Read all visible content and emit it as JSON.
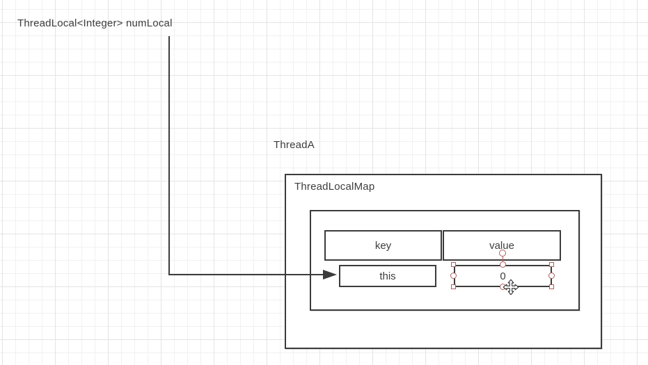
{
  "diagram": {
    "variable_label": "ThreadLocal<Integer> numLocal",
    "thread_label": "ThreadA",
    "map_label": "ThreadLocalMap",
    "table": {
      "header_key": "key",
      "header_value": "value",
      "entry_key": "this",
      "entry_value": "0"
    }
  },
  "selection": {
    "selected_cell": "0",
    "handle_shapes": [
      "corner-square",
      "edge-circle",
      "rotation-circle"
    ]
  },
  "icons": {
    "move_cursor": "four-way-move-arrow",
    "arrowhead": "solid-right-triangle"
  },
  "colors": {
    "canvas_bg": "#ffffff",
    "grid_minor": "#f1f1f4",
    "grid_major": "#e4e4e8",
    "shape_border": "#3b3b3b",
    "text": "#3d3d3d",
    "selection": "#b05c5c"
  }
}
